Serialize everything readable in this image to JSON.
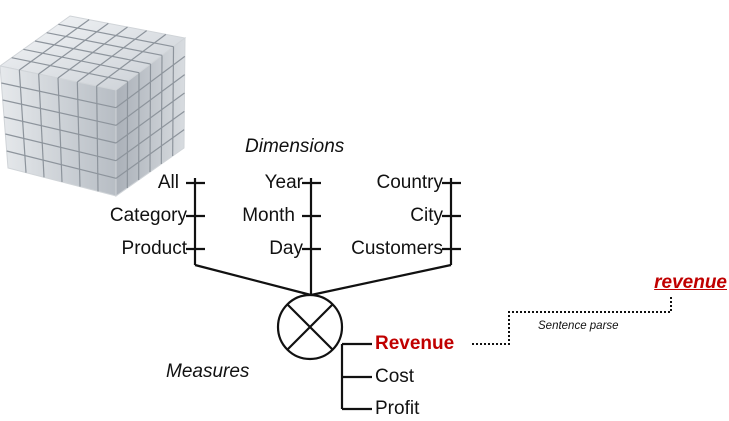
{
  "dimensions_label": "Dimensions",
  "measures_label": "Measures",
  "dimensions": [
    {
      "levels": [
        "All",
        "Category",
        "Product"
      ]
    },
    {
      "levels": [
        "Year",
        "Month",
        "Day"
      ]
    },
    {
      "levels": [
        "Country",
        "City",
        "Customers"
      ]
    }
  ],
  "measures": [
    "Revenue",
    "Cost",
    "Profit"
  ],
  "query_word": "revenue",
  "parse_label": "Sentence parse",
  "highlight_color": "#c00000",
  "cube_icon": "data-cube-icon"
}
